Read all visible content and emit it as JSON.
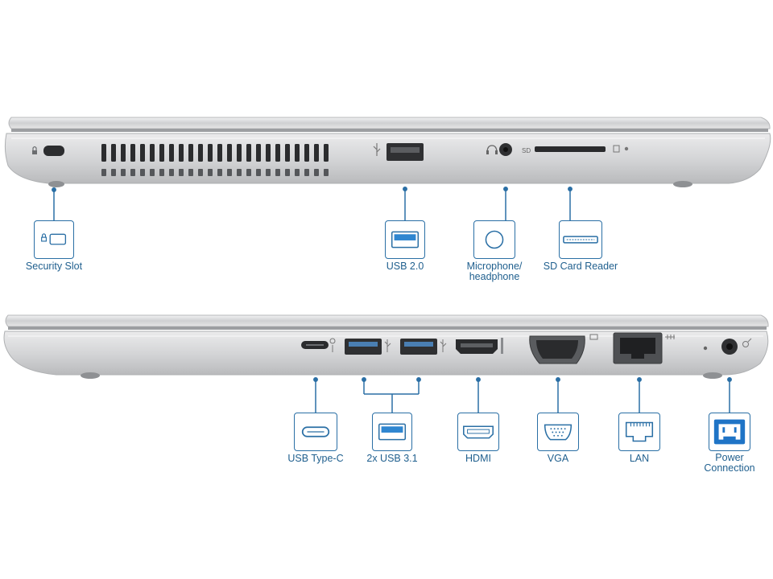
{
  "colors": {
    "accent": "#2a6fa5",
    "label_text": "#1f5f8e",
    "usb_fill": "#2f86d0",
    "power_fill": "#1f74c6",
    "chassis": "#d7d8da"
  },
  "left_side": {
    "port_glyphs": {
      "usb": "⭍",
      "sd": "SD"
    },
    "callouts": [
      {
        "id": "security-slot",
        "label": "Security Slot",
        "icon": "lock-slot-icon"
      },
      {
        "id": "usb-2",
        "label": "USB 2.0",
        "icon": "usb-port-icon"
      },
      {
        "id": "mic-headphone",
        "label": "Microphone/\nheadphone",
        "icon": "audio-jack-icon"
      },
      {
        "id": "sd-card",
        "label": "SD Card Reader",
        "icon": "sd-card-slot-icon"
      }
    ]
  },
  "right_side": {
    "callouts": [
      {
        "id": "usb-c",
        "label": "USB Type-C",
        "icon": "usb-c-port-icon"
      },
      {
        "id": "usb-31",
        "label": "2x USB 3.1",
        "icon": "usb-port-icon"
      },
      {
        "id": "hdmi",
        "label": "HDMI",
        "icon": "hdmi-port-icon"
      },
      {
        "id": "vga",
        "label": "VGA",
        "icon": "vga-port-icon"
      },
      {
        "id": "lan",
        "label": "LAN",
        "icon": "ethernet-port-icon"
      },
      {
        "id": "power",
        "label": "Power\nConnection",
        "icon": "power-connector-icon"
      }
    ]
  }
}
